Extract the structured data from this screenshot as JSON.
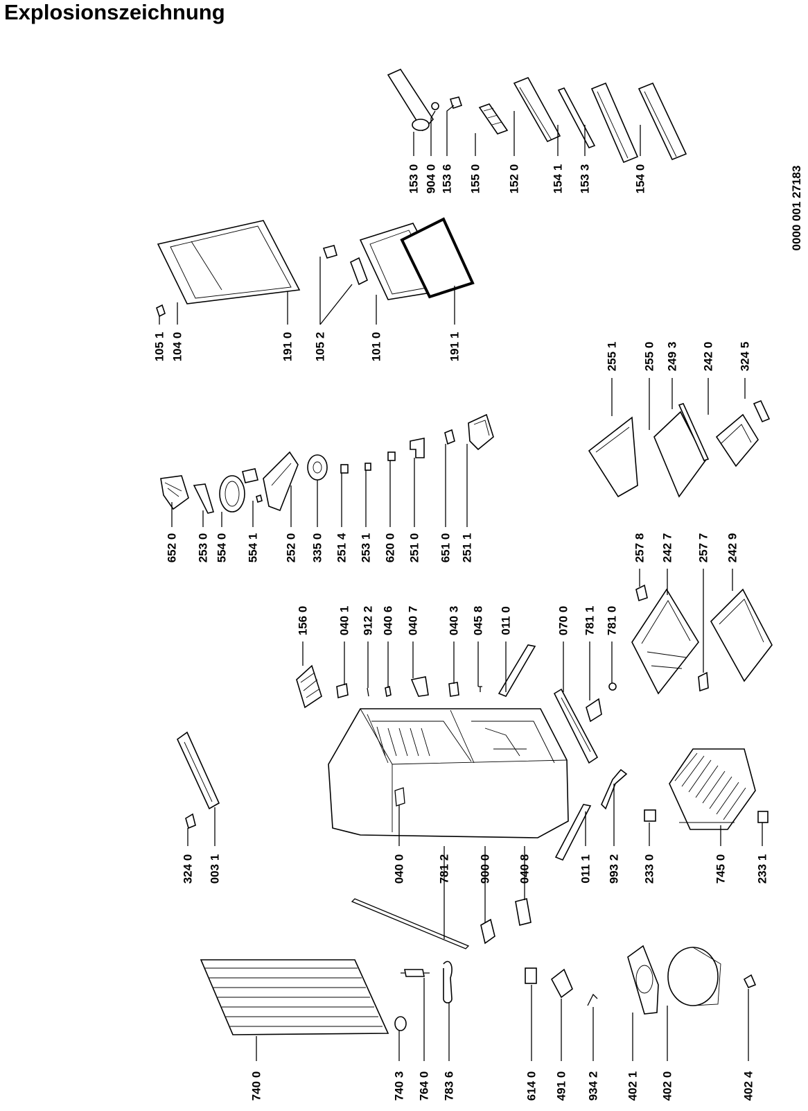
{
  "title": "Explosionszeichnung",
  "document_number": "0000 001 27183",
  "part_labels": [
    {
      "key": "p1530",
      "text": "153 0"
    },
    {
      "key": "p9040",
      "text": "904 0"
    },
    {
      "key": "p1536",
      "text": "153 6"
    },
    {
      "key": "p1550",
      "text": "155 0"
    },
    {
      "key": "p1520",
      "text": "152 0"
    },
    {
      "key": "p1541",
      "text": "154 1"
    },
    {
      "key": "p1533",
      "text": "153 3"
    },
    {
      "key": "p1540",
      "text": "154 0"
    },
    {
      "key": "p1051",
      "text": "105 1"
    },
    {
      "key": "p1040",
      "text": "104 0"
    },
    {
      "key": "p1910",
      "text": "191 0"
    },
    {
      "key": "p1052",
      "text": "105 2"
    },
    {
      "key": "p1010",
      "text": "101 0"
    },
    {
      "key": "p1911",
      "text": "191 1"
    },
    {
      "key": "p2551",
      "text": "255 1"
    },
    {
      "key": "p2550",
      "text": "255 0"
    },
    {
      "key": "p2493",
      "text": "249 3"
    },
    {
      "key": "p2420",
      "text": "242 0"
    },
    {
      "key": "p3245",
      "text": "324 5"
    },
    {
      "key": "p6520",
      "text": "652 0"
    },
    {
      "key": "p2530",
      "text": "253 0"
    },
    {
      "key": "p5540",
      "text": "554 0"
    },
    {
      "key": "p5541",
      "text": "554 1"
    },
    {
      "key": "p2520",
      "text": "252 0"
    },
    {
      "key": "p3350",
      "text": "335 0"
    },
    {
      "key": "p2514",
      "text": "251 4"
    },
    {
      "key": "p2531",
      "text": "253 1"
    },
    {
      "key": "p6200",
      "text": "620 0"
    },
    {
      "key": "p2510",
      "text": "251 0"
    },
    {
      "key": "p6510",
      "text": "651 0"
    },
    {
      "key": "p2511",
      "text": "251 1"
    },
    {
      "key": "p2578",
      "text": "257 8"
    },
    {
      "key": "p2427",
      "text": "242 7"
    },
    {
      "key": "p2577",
      "text": "257 7"
    },
    {
      "key": "p2429",
      "text": "242 9"
    },
    {
      "key": "p1560",
      "text": "156 0"
    },
    {
      "key": "p0401",
      "text": "040 1"
    },
    {
      "key": "p9122",
      "text": "912 2"
    },
    {
      "key": "p0406",
      "text": "040 6"
    },
    {
      "key": "p0407",
      "text": "040 7"
    },
    {
      "key": "p0403",
      "text": "040 3"
    },
    {
      "key": "p0458",
      "text": "045 8"
    },
    {
      "key": "p0110",
      "text": "011 0"
    },
    {
      "key": "p0700",
      "text": "070 0"
    },
    {
      "key": "p7811",
      "text": "781 1"
    },
    {
      "key": "p7810",
      "text": "781 0"
    },
    {
      "key": "p3240",
      "text": "324 0"
    },
    {
      "key": "p0031",
      "text": "003 1"
    },
    {
      "key": "p0400",
      "text": "040 0"
    },
    {
      "key": "p7812",
      "text": "781 2"
    },
    {
      "key": "p9000",
      "text": "900 0"
    },
    {
      "key": "p0408",
      "text": "040 8"
    },
    {
      "key": "p0111",
      "text": "011 1"
    },
    {
      "key": "p9932",
      "text": "993 2"
    },
    {
      "key": "p2330",
      "text": "233 0"
    },
    {
      "key": "p7450",
      "text": "745 0"
    },
    {
      "key": "p2331",
      "text": "233 1"
    },
    {
      "key": "p7400",
      "text": "740 0"
    },
    {
      "key": "p7403",
      "text": "740 3"
    },
    {
      "key": "p7640",
      "text": "764 0"
    },
    {
      "key": "p7836",
      "text": "783 6"
    },
    {
      "key": "p6140",
      "text": "614 0"
    },
    {
      "key": "p4910",
      "text": "491 0"
    },
    {
      "key": "p9342",
      "text": "934 2"
    },
    {
      "key": "p4021",
      "text": "402 1"
    },
    {
      "key": "p4020",
      "text": "402 0"
    },
    {
      "key": "p4024",
      "text": "402 4"
    }
  ]
}
